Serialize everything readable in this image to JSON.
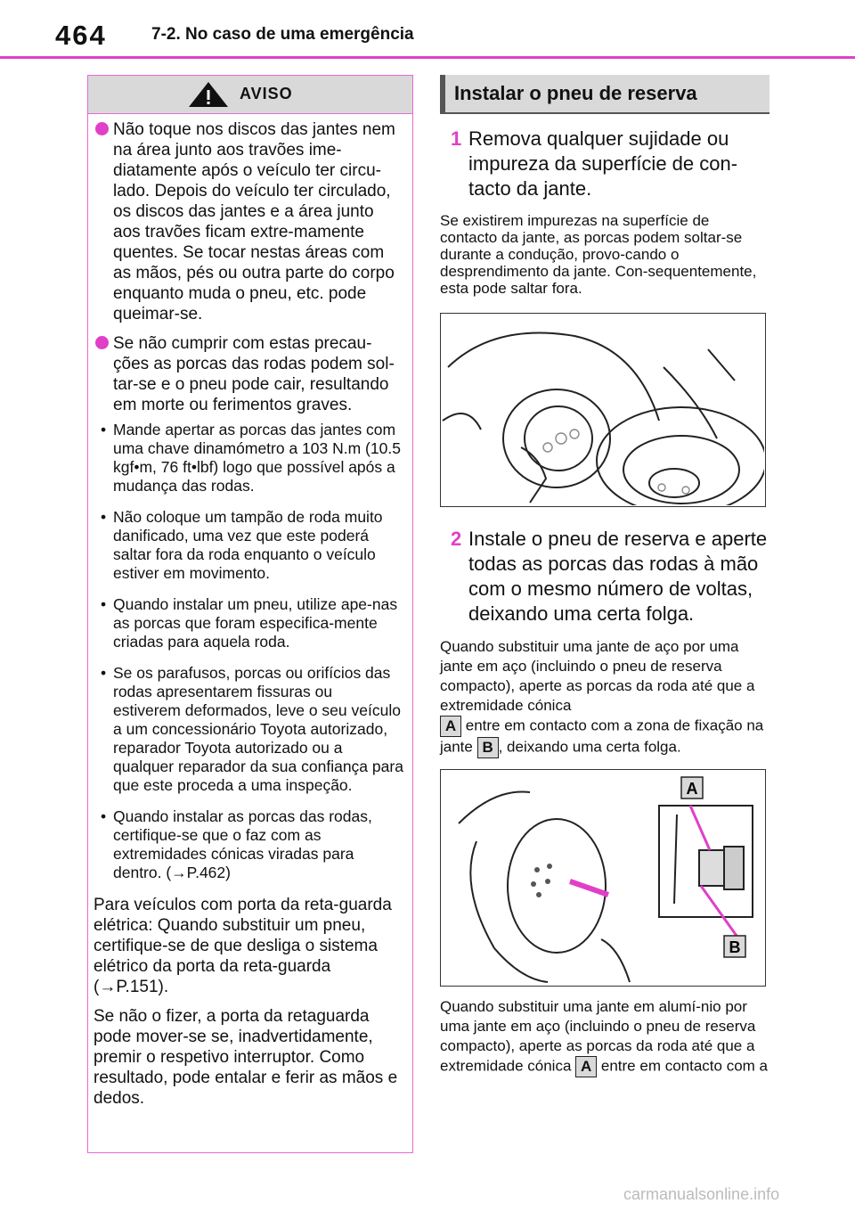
{
  "header": {
    "page_number": "464",
    "section": "7-2. No caso de uma emergência"
  },
  "warning": {
    "title": "AVISO",
    "paragraphs": [
      "Não toque nos discos das jantes nem na área junto aos travões ime-diatamente após o veículo ter circu-lado. Depois do veículo ter circulado, os discos das jantes e a área junto aos travões ficam extre-mamente quentes. Se tocar nestas áreas com as mãos, pés ou outra parte do corpo enquanto muda o pneu, etc. pode queimar-se.",
      "Se não cumprir com estas precau-ções as porcas das rodas podem sol-tar-se e o pneu pode cair, resultando em morte ou ferimentos graves."
    ],
    "sub_items": [
      "Mande apertar as porcas das jantes com uma chave dinamómetro a 103 N.m (10.5 kgf•m, 76 ft•lbf) logo que possível após a mudança das rodas.",
      "Não coloque um tampão de roda muito danificado, uma vez que este poderá saltar fora da roda enquanto o veículo estiver em movimento.",
      "Quando instalar um pneu, utilize ape-nas as porcas que foram especifica-mente criadas para aquela roda.",
      "Se os parafusos, porcas ou orifícios das rodas apresentarem fissuras ou estiverem deformados, leve o seu veículo a um concessionário Toyota autorizado, reparador Toyota autorizado ou a qualquer reparador da sua confiança para que este proceda a uma inspeção.",
      "Quando instalar as porcas das rodas, certifique-se que o faz com as extremidades cónicas viradas para dentro. (→P.462)"
    ],
    "closing": [
      "Para veículos com porta da reta-guarda elétrica: Quando substituir um pneu, certifique-se de que desliga o sistema elétrico da porta da reta-guarda (→P.151).",
      "Se não o fizer, a porta da retaguarda pode mover-se se, inadvertidamente, premir o respetivo interruptor. Como resultado, pode entalar e ferir as mãos e dedos."
    ],
    "bullet_mark": "•"
  },
  "right": {
    "title": "Instalar o pneu de reserva",
    "step1": {
      "num": "1",
      "text": "Remova qualquer sujidade ou impureza da superfície de con-tacto da jante."
    },
    "note1": "Se existirem impurezas na superfície de contacto da jante, as porcas podem soltar-se durante a condução, provo-cando o desprendimento da jante. Con-sequentemente, esta pode saltar fora.",
    "step2": {
      "num": "2",
      "text": "Instale o pneu de reserva e aperte todas as porcas das rodas à mão com o mesmo número de voltas, deixando uma certa folga."
    },
    "note2_a": "Quando substituir uma jante de aço por uma jante em aço (incluindo o pneu de reserva compacto), aperte as porcas da roda até que a extremidade cónica",
    "note2_b": "entre em contacto com a zona de fixação na jante",
    "note2_c": ", deixando uma certa folga.",
    "label_a": "A",
    "label_b": "B",
    "note3_a": "Quando substituir uma jante em alumí-nio por uma jante em aço (incluindo o pneu de reserva compacto), aperte as porcas da roda até que a extremidade cónica",
    "note3_b": "entre em contacto com a"
  },
  "watermark": "carmanualsonline.info",
  "colors": {
    "accent": "#e040c8",
    "box_border": "#e86ad4",
    "head_gray": "#d9d9d9"
  }
}
